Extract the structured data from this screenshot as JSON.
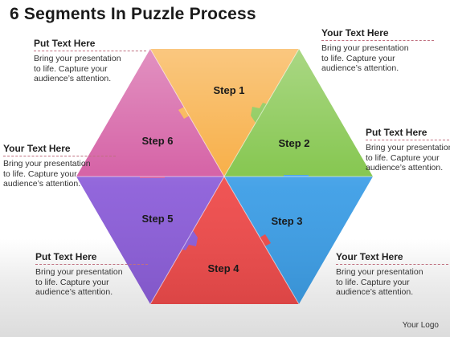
{
  "title": "6 Segments In Puzzle Process",
  "segments": [
    {
      "label": "Step 1",
      "color": "#f7a93a"
    },
    {
      "label": "Step 2",
      "color": "#7cc242"
    },
    {
      "label": "Step 3",
      "color": "#3d9ee6"
    },
    {
      "label": "Step 4",
      "color": "#ee4b4b"
    },
    {
      "label": "Step 5",
      "color": "#8c5ed9"
    },
    {
      "label": "Step 6",
      "color": "#d2569f"
    }
  ],
  "callouts": [
    {
      "heading": "Put Text Here",
      "lines": [
        "Bring your presentation",
        "to life. Capture your",
        "audience’s attention."
      ]
    },
    {
      "heading": "Your Text Here",
      "lines": [
        "Bring your presentation",
        "to life. Capture your",
        "audience’s attention."
      ]
    },
    {
      "heading": "Your Text Here",
      "lines": [
        "Bring your presentation",
        "to life. Capture your",
        "audience’s attention."
      ]
    },
    {
      "heading": "Put Text Here",
      "lines": [
        "Bring your presentation",
        "to life. Capture your",
        "audience’s attention."
      ]
    },
    {
      "heading": "Put Text Here",
      "lines": [
        "Bring your presentation",
        "to life. Capture your",
        "audience’s attention."
      ]
    },
    {
      "heading": "Your Text Here",
      "lines": [
        "Bring your presentation",
        "to life. Capture your",
        "audience’s attention."
      ]
    }
  ],
  "logo": "Your Logo"
}
